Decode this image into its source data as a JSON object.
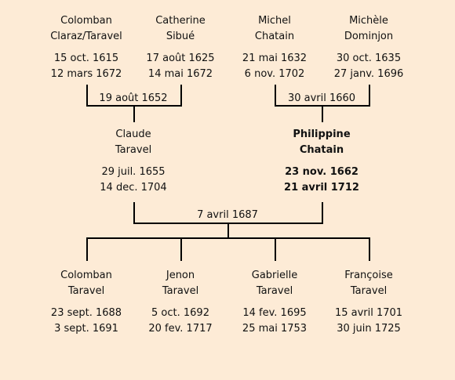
{
  "grandparents": [
    {
      "first": "Colomban",
      "last": "Claraz/Taravel",
      "birth": "15 oct. 1615",
      "death": "12 mars 1672"
    },
    {
      "first": "Catherine",
      "last": "Sibué",
      "birth": "17 août 1625",
      "death": "14 mai 1672"
    },
    {
      "first": "Michel",
      "last": "Chatain",
      "birth": "21 mai 1632",
      "death": "6 nov. 1702"
    },
    {
      "first": "Michèle",
      "last": "Dominjon",
      "birth": "30 oct. 1635",
      "death": "27 janv. 1696"
    }
  ],
  "grandparent_marriages": [
    "19 août 1652",
    "30 avril 1660"
  ],
  "parents": [
    {
      "first": "Claude",
      "last": "Taravel",
      "birth": "29 juil. 1655",
      "death": "14 dec. 1704"
    },
    {
      "first": "Philippine",
      "last": "Chatain",
      "birth": "23 nov. 1662",
      "death": "21 avril 1712"
    }
  ],
  "parent_marriage": "7 avril 1687",
  "children": [
    {
      "first": "Colomban",
      "last": "Taravel",
      "birth": "23 sept. 1688",
      "death": "3 sept. 1691"
    },
    {
      "first": "Jenon",
      "last": "Taravel",
      "birth": "5 oct. 1692",
      "death": "20 fev. 1717"
    },
    {
      "first": "Gabrielle",
      "last": "Taravel",
      "birth": "14 fev. 1695",
      "death": "25 mai 1753"
    },
    {
      "first": "Françoise",
      "last": "Taravel",
      "birth": "15 avril 1701",
      "death": "30 juin 1725"
    }
  ]
}
